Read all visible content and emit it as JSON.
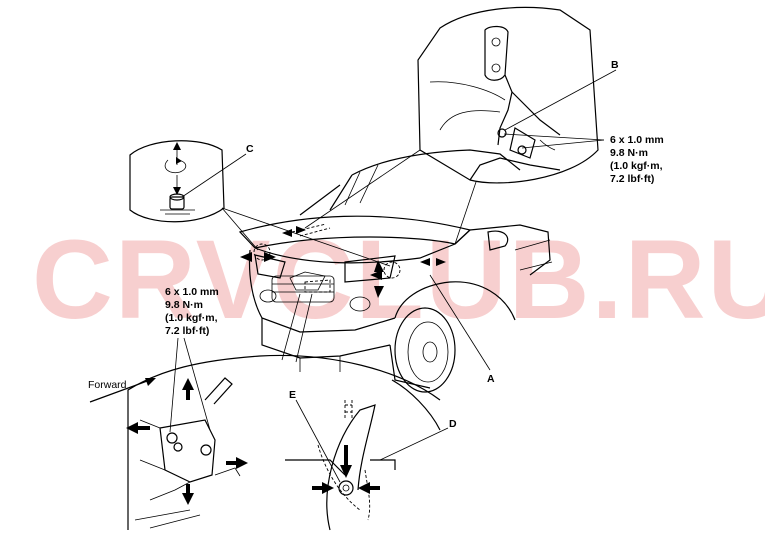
{
  "watermark": "CRVCLUB.RU",
  "labels": {
    "a": "A",
    "b": "B",
    "c": "C",
    "d": "D",
    "e": "E",
    "forward": "Forward"
  },
  "torque_spec_right": {
    "line1": "6 x 1.0 mm",
    "line2": "9.8 N·m",
    "line3": "(1.0 kgf·m,",
    "line4": "7.2 lbf·ft)"
  },
  "torque_spec_left": {
    "line1": "6 x 1.0 mm",
    "line2": "9.8 N·m",
    "line3": "(1.0 kgf·m,",
    "line4": "7.2 lbf·ft)"
  }
}
